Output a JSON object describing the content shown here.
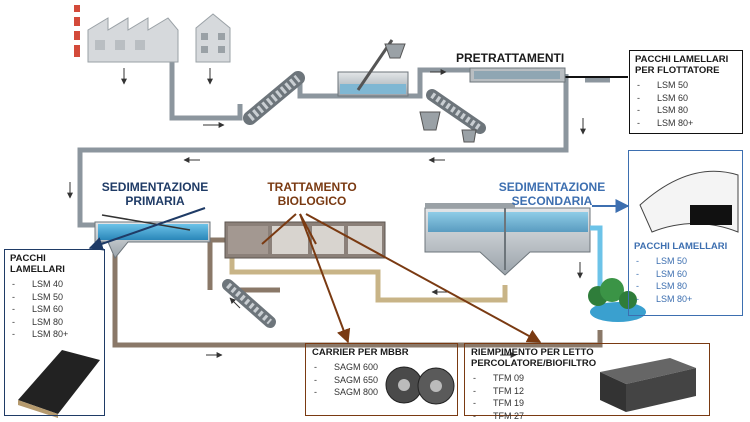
{
  "stages": {
    "pretreatment": "PRETRATTAMENTI",
    "primary_title": "SEDIMENTAZIONE\nPRIMARIA",
    "biological_title": "TRATTAMENTO\nBIOLOGICO",
    "secondary_title": "SEDIMENTAZIONE\nSECONDARIA"
  },
  "boxes": {
    "flotation": {
      "title": "PACCHI LAMELLARI\nPER FLOTTATORE",
      "items": [
        "LSM 50",
        "LSM 60",
        "LSM 80",
        "LSM 80+"
      ]
    },
    "primary_lamellar": {
      "title": "PACCHI LAMELLARI",
      "items": [
        "LSM 40",
        "LSM 50",
        "LSM 60",
        "LSM 80",
        "LSM 80+"
      ]
    },
    "secondary_lamellar": {
      "title": "PACCHI LAMELLARI",
      "items": [
        "LSM 50",
        "LSM 60",
        "LSM 80",
        "LSM 80+"
      ]
    },
    "mbbr": {
      "title": "CARRIER PER MBBR",
      "items": [
        "SAGM 600",
        "SAGM 650",
        "SAGM 800"
      ]
    },
    "biofilter": {
      "title": "RIEMPIMENTO PER LETTO PERCOLATORE/BIOFILTRO",
      "items": [
        "TFM 09",
        "TFM 12",
        "TFM 19",
        "TFM 27"
      ]
    }
  },
  "colors": {
    "pipe_grey": "#8c969e",
    "pipe_brown": "#8a7868",
    "pipe_tan": "#c8b487",
    "water": "#3aa0cf",
    "primary_blue": "#1f3b66",
    "biological_brown": "#7a3a12",
    "secondary_blue": "#3d6fb0",
    "arrow_brown": "#7a3a12"
  }
}
